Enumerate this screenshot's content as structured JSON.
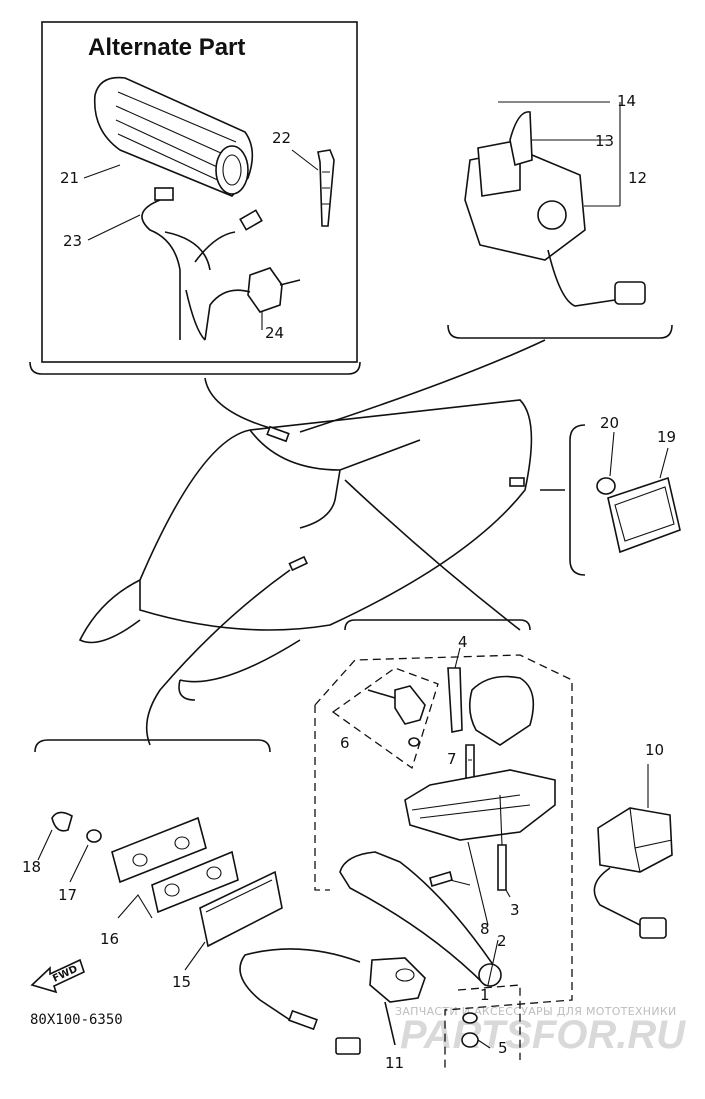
{
  "diagram": {
    "title": "Alternate Part",
    "code": "80X100-6350",
    "fwd_label": "FWD",
    "watermark_line1": "ЗАПЧАСТИ И АКСЕССУАРЫ ДЛЯ МОТОТЕХНИКИ",
    "watermark_line2": "PARTSFOR.RU",
    "callouts": {
      "c1": "1",
      "c2": "2",
      "c3": "3",
      "c4": "4",
      "c5": "5",
      "c6": "6",
      "c7": "7",
      "c8": "8",
      "c10": "10",
      "c11": "11",
      "c12": "12",
      "c13": "13",
      "c14": "14",
      "c15": "15",
      "c16": "16",
      "c17": "17",
      "c18": "18",
      "c19": "19",
      "c20": "20",
      "c21": "21",
      "c22": "22",
      "c23": "23",
      "c24": "24"
    }
  }
}
